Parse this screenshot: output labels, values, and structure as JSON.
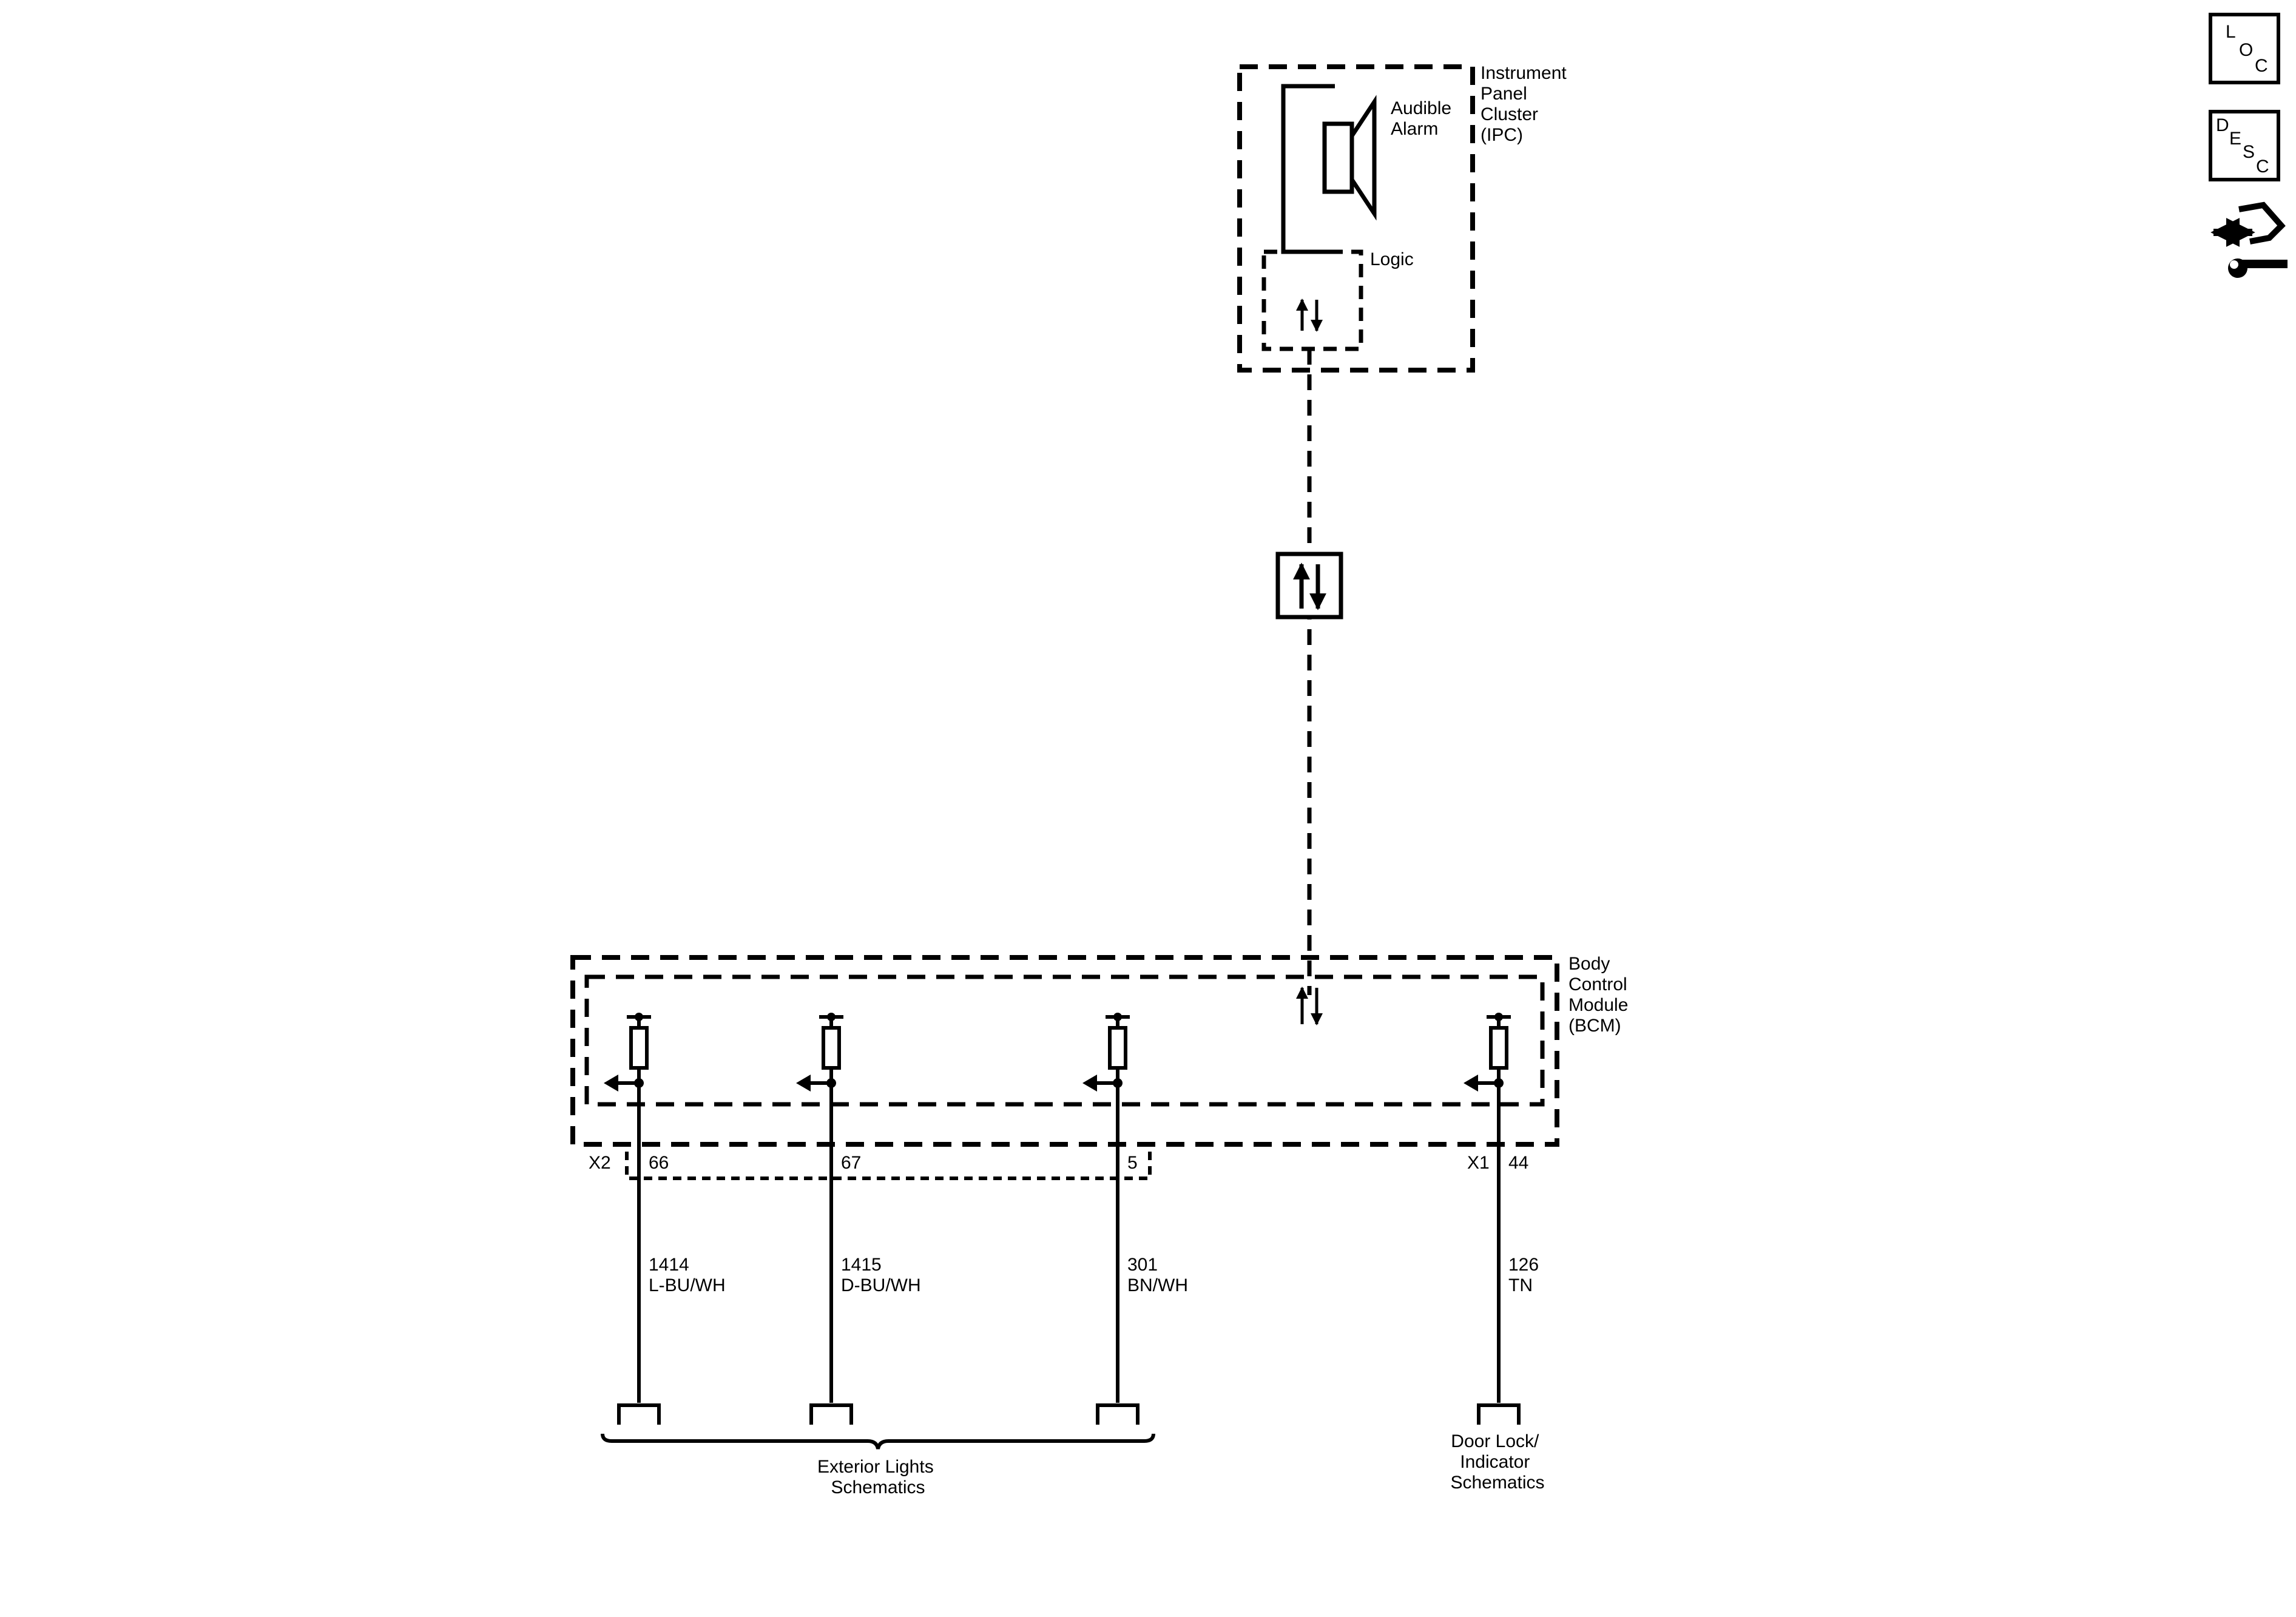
{
  "ipc": {
    "title": [
      "Instrument",
      "Panel",
      "Cluster",
      "(IPC)"
    ],
    "alarm": [
      "Audible",
      "Alarm"
    ],
    "logic": "Logic"
  },
  "bcm": {
    "title": [
      "Body",
      "Control",
      "Module",
      "(BCM)"
    ]
  },
  "connectors": {
    "x2": "X2",
    "x1": "X1"
  },
  "circuits": [
    {
      "pin": "66",
      "circuit": "1414",
      "color": "L-BU/WH"
    },
    {
      "pin": "67",
      "circuit": "1415",
      "color": "D-BU/WH"
    },
    {
      "pin": "5",
      "circuit": "301",
      "color": "BN/WH"
    },
    {
      "pin": "44",
      "circuit": "126",
      "color": "TN"
    }
  ],
  "destinations": {
    "exterior": [
      "Exterior Lights",
      "Schematics"
    ],
    "door": [
      "Door Lock/",
      "Indicator",
      "Schematics"
    ]
  },
  "side_icons": {
    "loc": [
      "L",
      "O",
      "C"
    ],
    "desc": [
      "D",
      "E",
      "S",
      "C"
    ],
    "tool": "connector-tool-icon"
  }
}
